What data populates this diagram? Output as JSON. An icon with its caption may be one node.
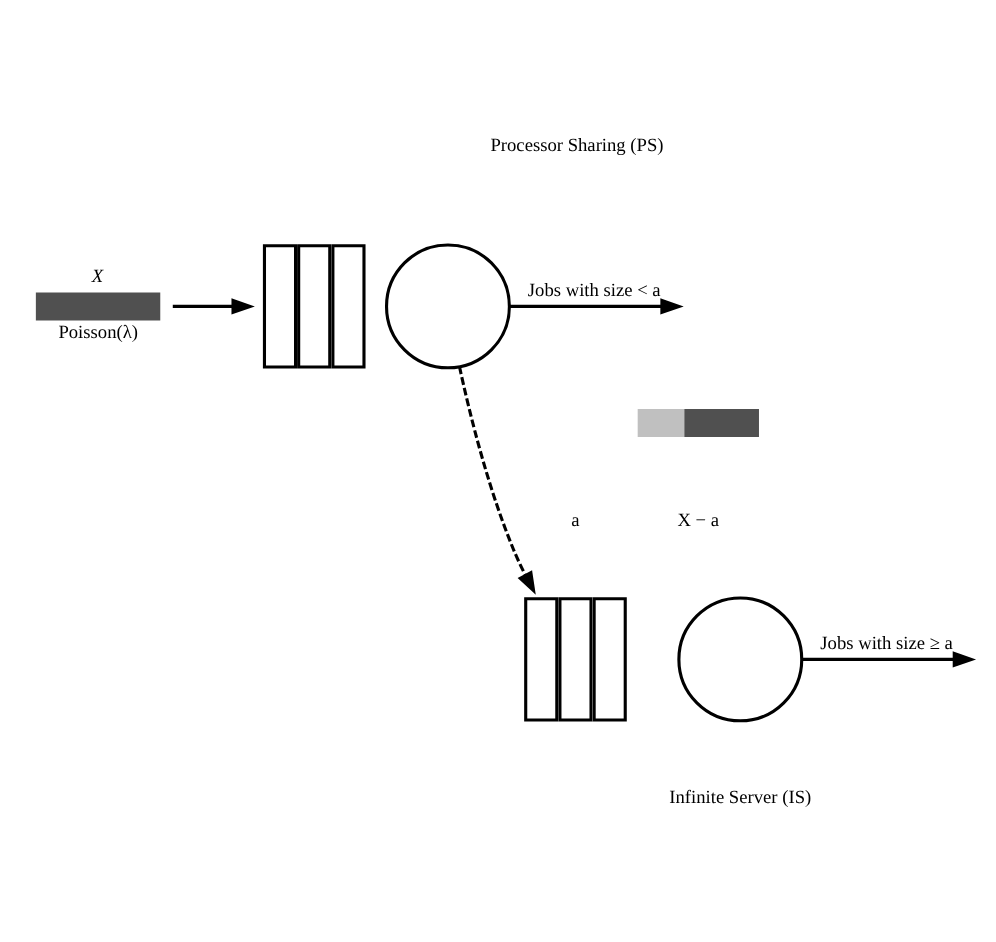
{
  "diagram": {
    "nodes": [
      {
        "text": [],
        "shape": "bar",
        "beside": [
          "X",
          "Poisson(λ)"
        ]
      },
      {
        "text": [],
        "shape": "queue"
      },
      {
        "text": [],
        "shape": "circle"
      },
      {
        "text": [],
        "shape": "queue"
      },
      {
        "text": [],
        "shape": "circle"
      },
      {
        "text": [],
        "shape": "bar"
      }
    ],
    "edges": [
      {
        "from": 0,
        "to": 1,
        "arrow": "to"
      },
      {
        "from": 2,
        "to": null,
        "arrow": "to",
        "label": "Jobs with size < a"
      },
      {
        "from": 2,
        "to": 3,
        "arrow": "to",
        "style": "dashed"
      },
      {
        "from": 4,
        "to": null,
        "arrow": "to",
        "label": "Jobs with size ≥ a"
      }
    ],
    "labels": [
      "Processor Sharing (PS)",
      "a",
      "X − a",
      "Infinite Server (IS)"
    ]
  }
}
